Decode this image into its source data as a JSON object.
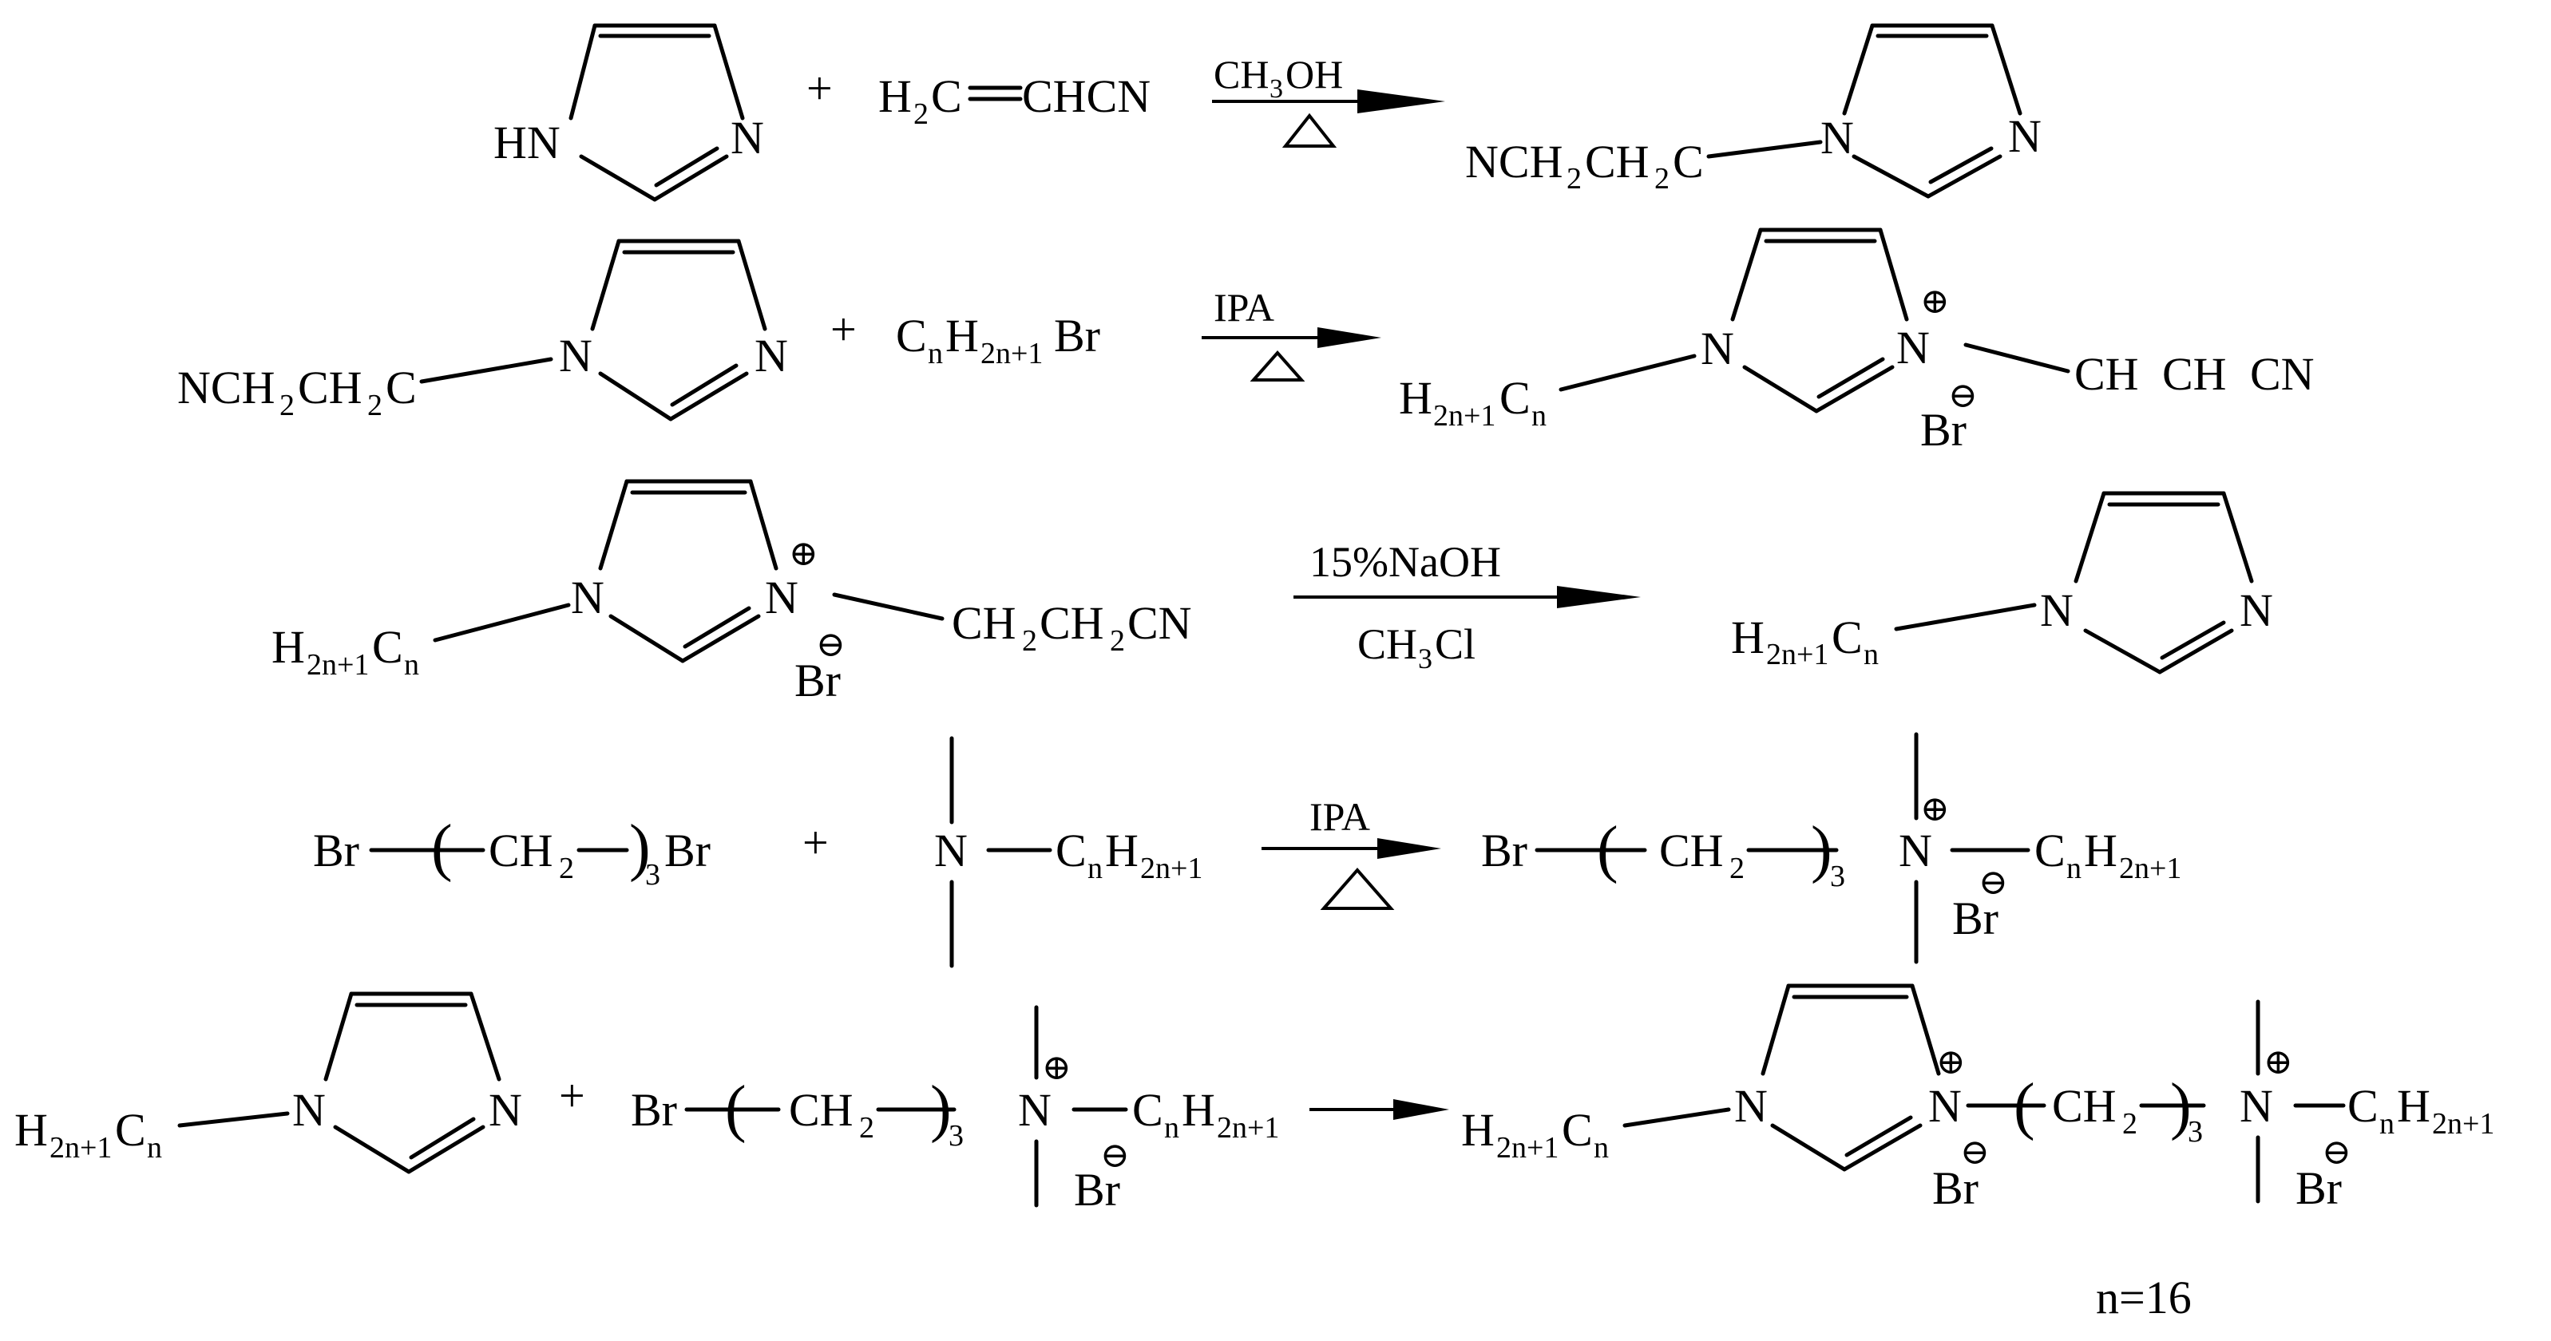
{
  "step1": {
    "imid_hn": "HN",
    "imid_n": "N",
    "plus": "+",
    "acry_h": "H",
    "acry_2": "2",
    "acry_c": "C",
    "acry_eq": "═",
    "acry_chcn": "CHCN",
    "cond_top": "CH3OH",
    "cond_ch": "CH",
    "cond_3": "3",
    "cond_oh": "OH",
    "cond_bottom": "△",
    "prod_nc_a": "NCH",
    "prod_nc_b": "CH",
    "prod_nc_c": "C",
    "prod_sub": "2",
    "prod_n1": "N",
    "prod_n2": "N"
  },
  "step2": {
    "nc_a": "NCH",
    "nc_b": "CH",
    "nc_c": "C",
    "sub2": "2",
    "n1": "N",
    "n2": "N",
    "plus": "+",
    "alkyl_c": "C",
    "alkyl_n": "n",
    "alkyl_h": "H",
    "alkyl_2n1": "2n+1",
    "alkyl_br": "Br",
    "cond_top": "IPA",
    "cond_bottom": "△",
    "p_h": "H",
    "p_2n1": "2n+1",
    "p_c": "C",
    "p_n": "n",
    "p_n1": "N",
    "p_n2": "N",
    "plus_sign": "⊕",
    "minus_sign": "⊖",
    "br": "Br",
    "cyan_a": "CH",
    "cyan_b": "CH",
    "cyan_c": "CN"
  },
  "step3": {
    "h": "H",
    "sub_2n1": "2n+1",
    "c": "C",
    "n": "n",
    "n1": "N",
    "n2": "N",
    "plus_sign": "⊕",
    "minus_sign": "⊖",
    "br": "Br",
    "cyan_a": "CH",
    "cyan_b": "CH",
    "cyan_c": "CN",
    "sub2": "2",
    "cond_top": "15%NaOH",
    "cond_bottom": "CH3Cl",
    "cond_b_ch": "CH",
    "cond_b_3": "3",
    "cond_b_cl": "Cl",
    "prod_n1": "N",
    "prod_n2": "N"
  },
  "step4": {
    "br1": "Br",
    "ch": "CH",
    "sub2": "2",
    "sub3": "3",
    "br2": "Br",
    "plus": "+",
    "amine_n": "N",
    "alkyl_c": "C",
    "alkyl_n": "n",
    "alkyl_h": "H",
    "alkyl_2n1": "2n+1",
    "cond_top": "IPA",
    "cond_bottom": "△",
    "prod_br": "Br",
    "prod_n": "N",
    "plus_sign": "⊕",
    "minus_sign": "⊖",
    "prod_br_ion": "Br"
  },
  "step5": {
    "h": "H",
    "sub_2n1": "2n+1",
    "c": "C",
    "n": "n",
    "n1": "N",
    "n2": "N",
    "plus1": "+",
    "plus2": "+",
    "br": "Br",
    "ch": "CH",
    "sub2": "2",
    "sub3": "3",
    "amm_n": "N",
    "plus_sign": "⊕",
    "minus_sign": "⊖",
    "br_ion": "Br"
  },
  "footnote": "n=16"
}
